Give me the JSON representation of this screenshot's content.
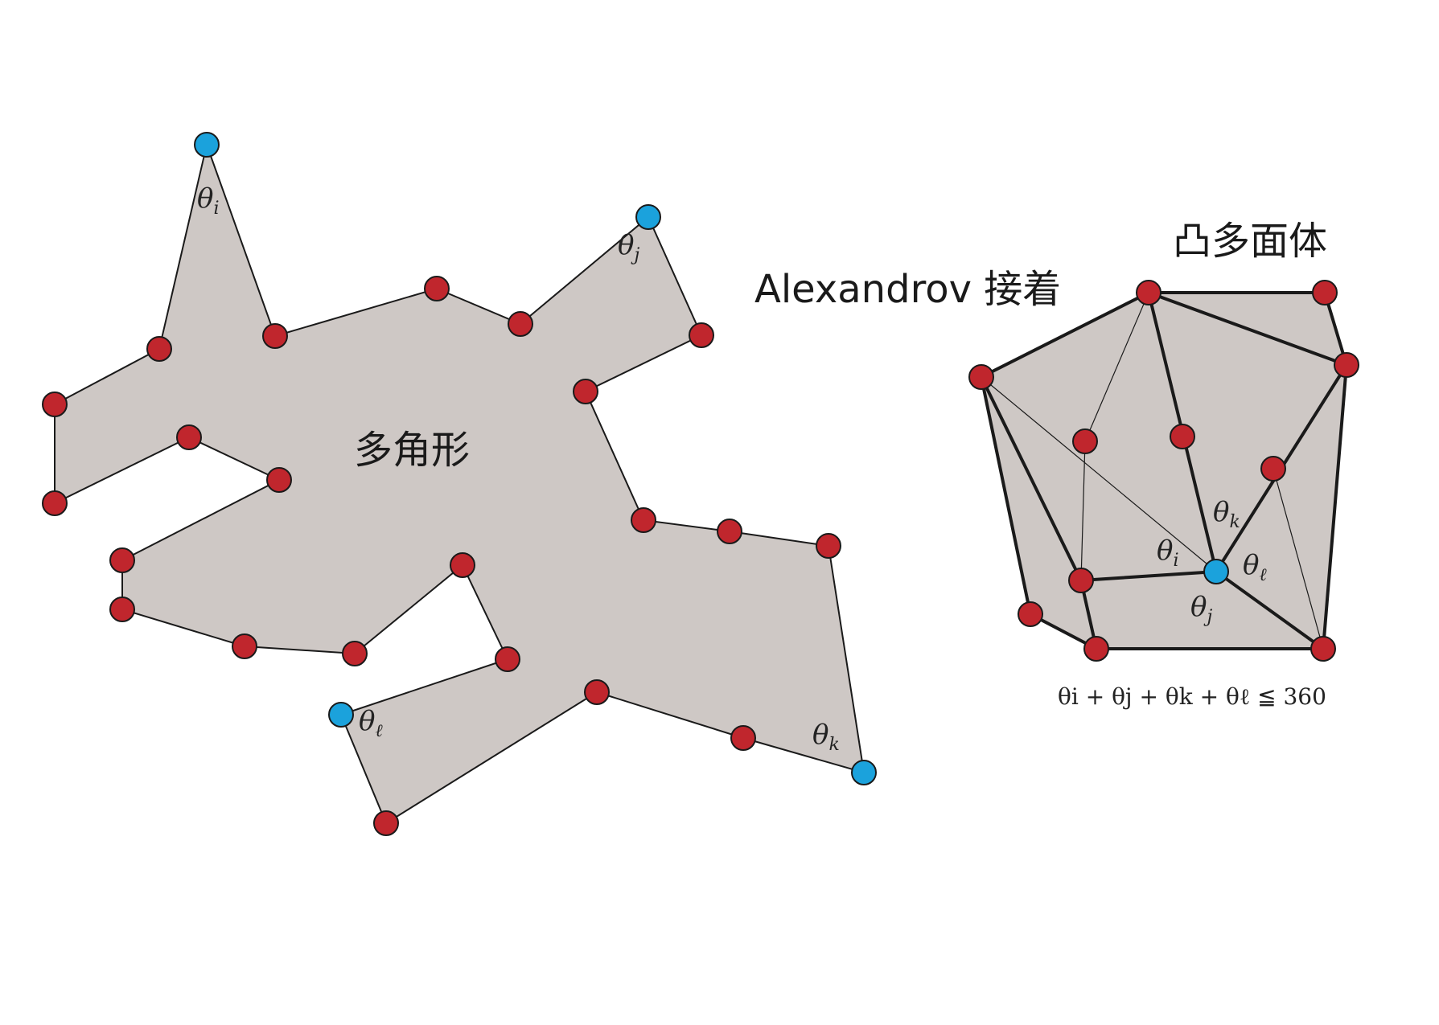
{
  "labels": {
    "polygon": "多角形",
    "glue": "Alexandrov 接着",
    "polyhedron": "凸多面体",
    "formula": "θi + θj + θk + θℓ ≦ 360"
  },
  "angle_labels": {
    "polygon": [
      {
        "base": "θ",
        "sub": "i"
      },
      {
        "base": "θ",
        "sub": "j"
      },
      {
        "base": "θ",
        "sub": "k"
      },
      {
        "base": "θ",
        "sub": "ℓ"
      }
    ],
    "polyhedron": [
      {
        "base": "θ",
        "sub": "k"
      },
      {
        "base": "θ",
        "sub": "i"
      },
      {
        "base": "θ",
        "sub": "ℓ"
      },
      {
        "base": "θ",
        "sub": "j"
      }
    ]
  },
  "colors": {
    "fill": "#cec8c5",
    "red_vertex": "#c0262d",
    "blue_vertex": "#1ba2dc",
    "stroke": "#1a1a1a"
  }
}
